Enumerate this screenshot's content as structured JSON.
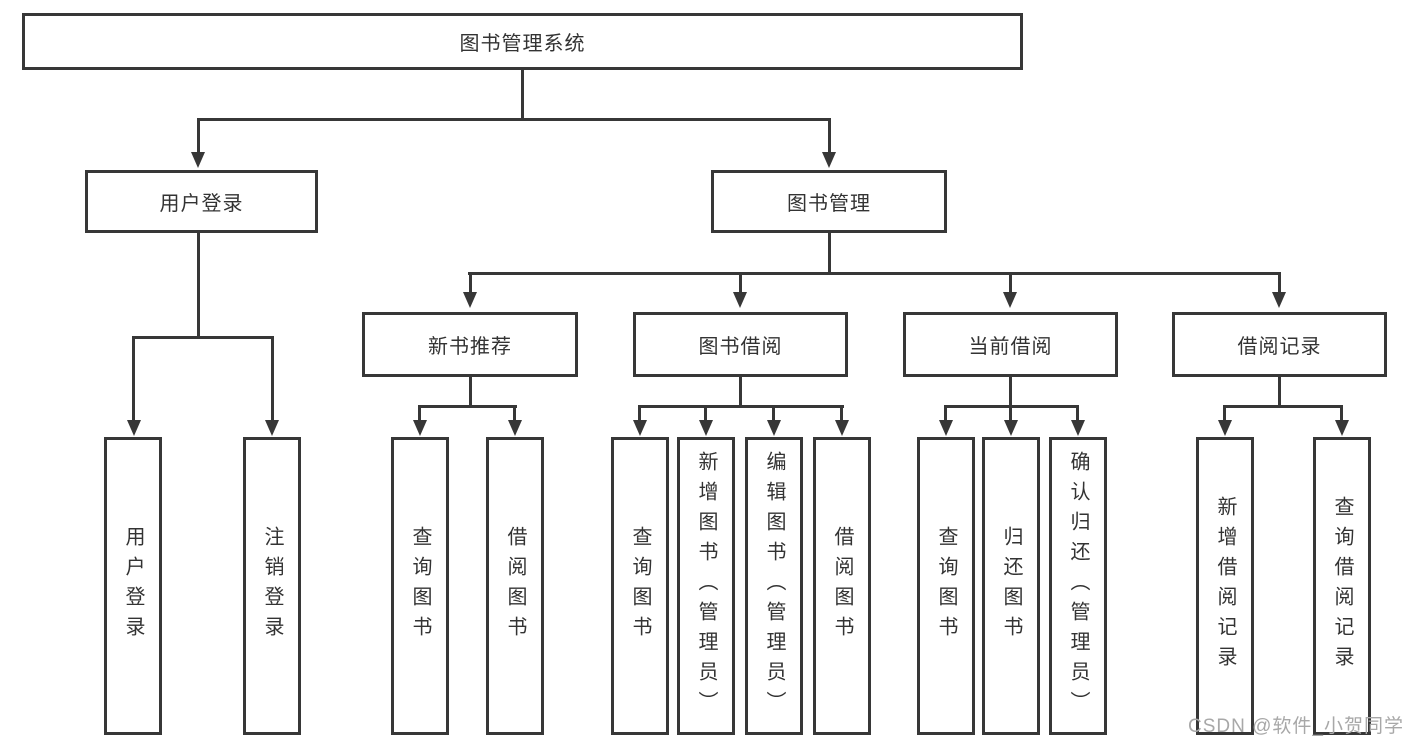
{
  "colors": {
    "line": "#373737",
    "box_border": "#373737",
    "text": "#333333",
    "watermark": "#a8a8a8",
    "background": "#ffffff"
  },
  "watermark": {
    "text": "CSDN @软件_小贺同学"
  },
  "tree": {
    "root_label": "图书管理系统",
    "children": [
      {
        "label": "用户登录",
        "children": [
          "用户登录",
          "注销登录"
        ]
      },
      {
        "label": "图书管理",
        "children": [
          {
            "label": "新书推荐",
            "children": [
              "查询图书",
              "借阅图书"
            ]
          },
          {
            "label": "图书借阅",
            "children": [
              "查询图书",
              "新增图书（管理员）",
              "编辑图书（管理员）",
              "借阅图书"
            ]
          },
          {
            "label": "当前借阅",
            "children": [
              "查询图书",
              "归还图书",
              "确认归还（管理员）"
            ]
          },
          {
            "label": "借阅记录",
            "children": [
              "新增借阅记录",
              "查询借阅记录"
            ]
          }
        ]
      }
    ]
  }
}
